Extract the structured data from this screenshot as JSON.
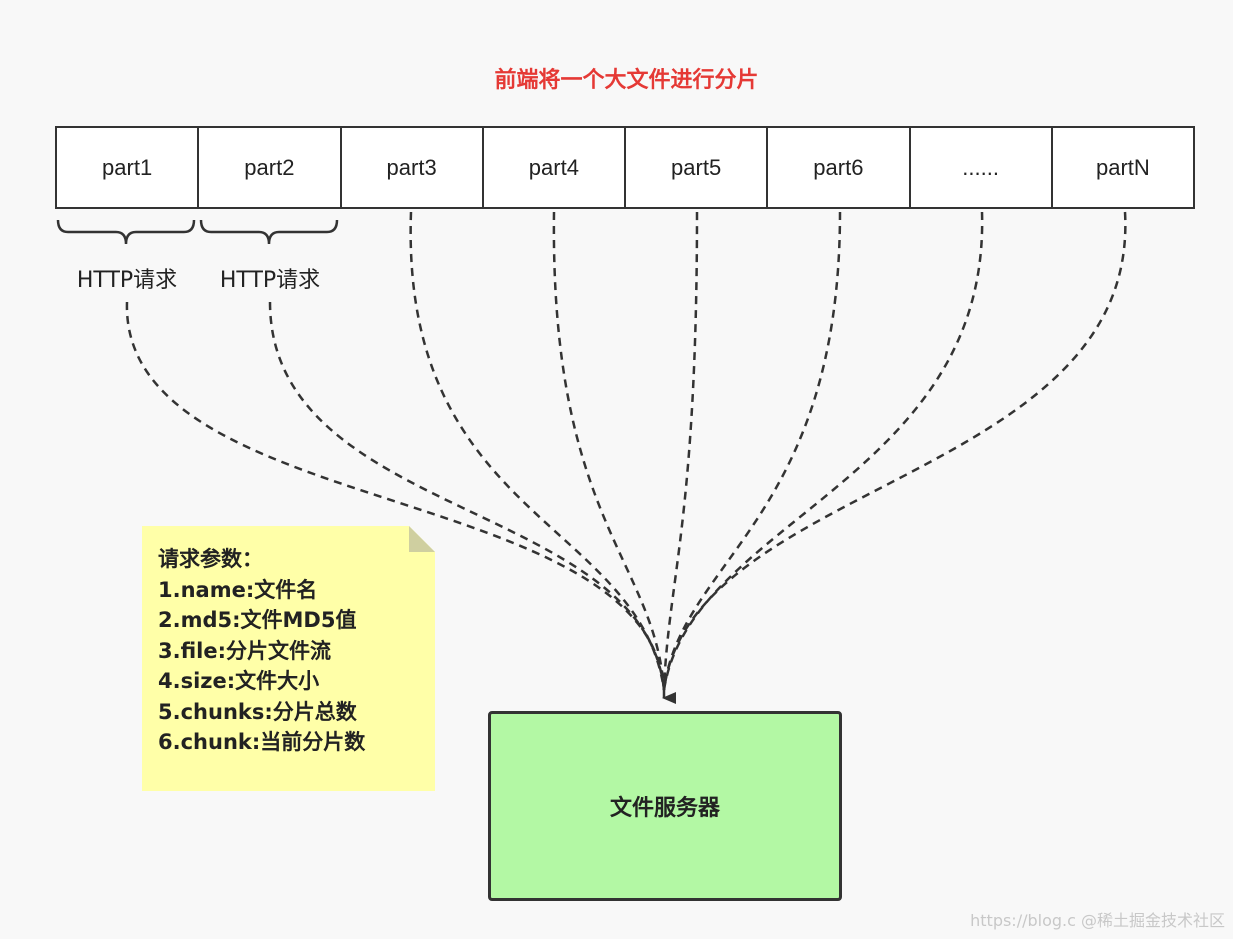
{
  "title": "前端将一个大文件进行分片",
  "parts": [
    "part1",
    "part2",
    "part3",
    "part4",
    "part5",
    "part6",
    "......",
    "partN"
  ],
  "request_label": "HTTP请求",
  "note": {
    "heading": "请求参数：",
    "items": [
      "1.name:文件名",
      "2.md5:文件MD5值",
      "3.file:分片文件流",
      "4.size:文件大小",
      "5.chunks:分片总数",
      "6.chunk:当前分片数"
    ]
  },
  "server_label": "文件服务器",
  "watermark": "https://blog.c @稀土掘金技术社区",
  "colors": {
    "title": "#e53935",
    "server_fill": "#b3f8a4",
    "note_fill": "#ffffa8",
    "line": "#333333"
  }
}
